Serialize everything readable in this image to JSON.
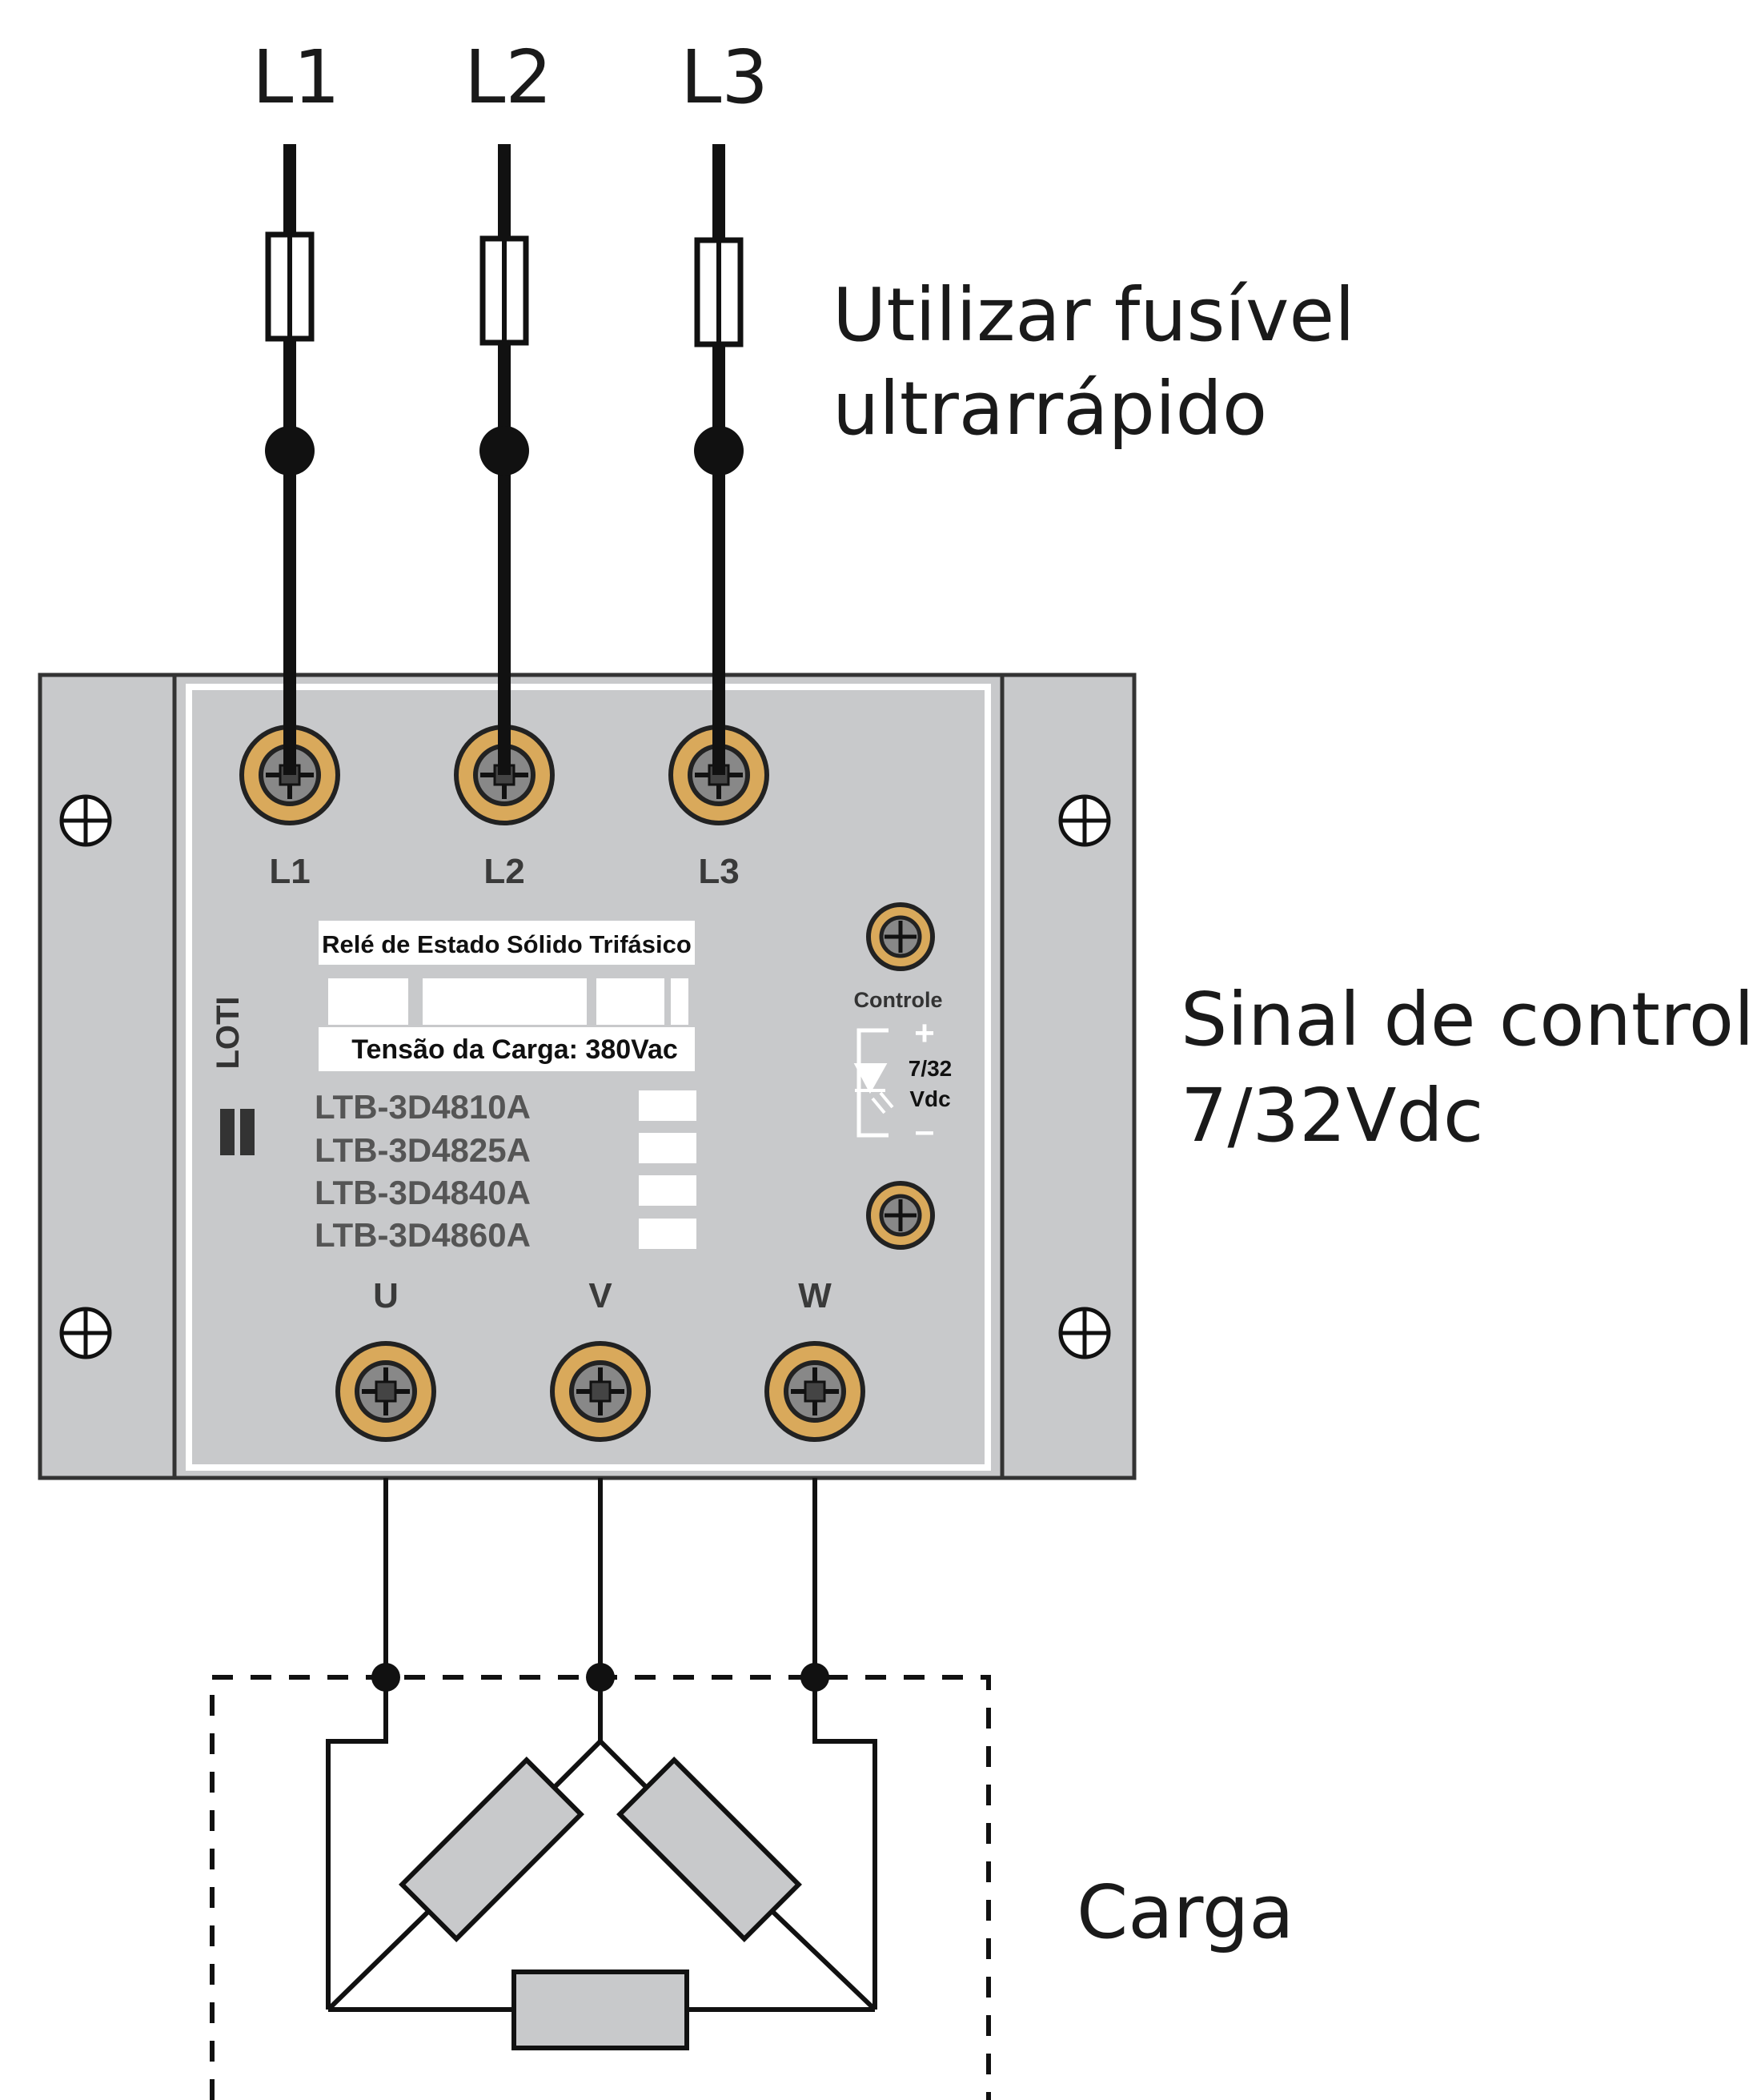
{
  "supply": {
    "phases": [
      "L1",
      "L2",
      "L3"
    ]
  },
  "annotations": {
    "fuse_line1": "Utilizar fusível",
    "fuse_line2": "ultrarrápido",
    "control_line1": "Sinal de controle",
    "control_line2": "7/32Vdc",
    "load": "Carga"
  },
  "relay": {
    "brand": "LOTI",
    "title": "Relé de Estado Sólido Trifásico",
    "load_voltage": "Tensão da Carga: 380Vac",
    "input_terminals": [
      "L1",
      "L2",
      "L3"
    ],
    "output_terminals": [
      "U",
      "V",
      "W"
    ],
    "models": [
      "LTB-3D4810A",
      "LTB-3D4825A",
      "LTB-3D4840A",
      "LTB-3D4860A"
    ],
    "control_label": "Controle",
    "control_plus": "+",
    "control_minus": "–",
    "control_voltage_line1": "7/32",
    "control_voltage_line2": "Vdc"
  },
  "colors": {
    "relay_body": "#c8c9cb",
    "terminal_brass": "#d9a95b",
    "wire": "#111111",
    "resistor": "#c8c9cb"
  }
}
